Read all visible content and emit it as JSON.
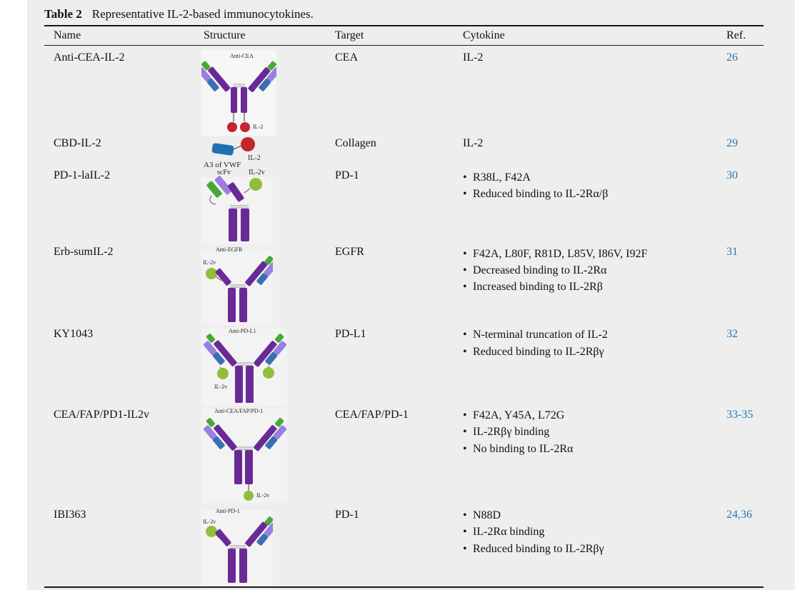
{
  "table": {
    "label": "Table 2",
    "title": "Representative IL-2-based immunocytokines.",
    "columns": [
      "Name",
      "Structure",
      "Target",
      "Cytokine",
      "Ref."
    ],
    "rows": [
      {
        "name": "Anti-CEA-IL-2",
        "target": "CEA",
        "cytokine": [
          "IL-2"
        ],
        "ref": "26",
        "structure_labels": [
          "Anti-CEA",
          "IL-2"
        ]
      },
      {
        "name": "CBD-IL-2",
        "target": "Collagen",
        "cytokine": [
          "IL-2"
        ],
        "ref": "29",
        "structure_labels": [
          "IL-2",
          "A3 of VWF"
        ]
      },
      {
        "name": "PD-1-laIL-2",
        "target": "PD-1",
        "cytokine": [
          "R38L, F42A",
          "Reduced binding to IL-2Rα/β"
        ],
        "ref": "30",
        "structure_labels": [
          "scFv",
          "IL-2v"
        ]
      },
      {
        "name": "Erb-sumIL-2",
        "target": "EGFR",
        "cytokine": [
          "F42A, L80F, R81D, L85V, I86V, I92F",
          "Decreased binding to IL-2Rα",
          "Increased binding to IL-2Rβ"
        ],
        "ref": "31",
        "structure_labels": [
          "Anti-EGFR",
          "IL-2v"
        ]
      },
      {
        "name": "KY1043",
        "target": "PD-L1",
        "cytokine": [
          "N-terminal truncation of IL-2",
          "Reduced binding to IL-2Rβγ"
        ],
        "ref": "32",
        "structure_labels": [
          "Anti-PD-L1",
          "IL-2v"
        ]
      },
      {
        "name": "CEA/FAP/PD1-IL2v",
        "target": "CEA/FAP/PD-1",
        "cytokine": [
          "F42A, Y45A, L72G",
          "IL-2Rβγ binding",
          "No binding to IL-2Rα"
        ],
        "ref": "33-35",
        "structure_labels": [
          "Anti-CEA/FAP/PD-1",
          "IL-2v"
        ]
      },
      {
        "name": "IBI363",
        "target": "PD-1",
        "cytokine": [
          "N88D",
          "IL-2Rα binding",
          "Reduced binding to IL-2Rβγ"
        ],
        "ref": "24,36",
        "structure_labels": [
          "Anti-PD-1",
          "IL-2v"
        ]
      }
    ]
  },
  "colors": {
    "heavy_chain": "#6a2a96",
    "light_chain_variable": "#9a7ee0",
    "vh_green": "#4aa83a",
    "vl_blue": "#3b6fb4",
    "il2_red": "#c4262b",
    "il2v_green": "#8fbf3a",
    "cbd_blue": "#1f6fb2",
    "ref_link": "#2878b0"
  }
}
